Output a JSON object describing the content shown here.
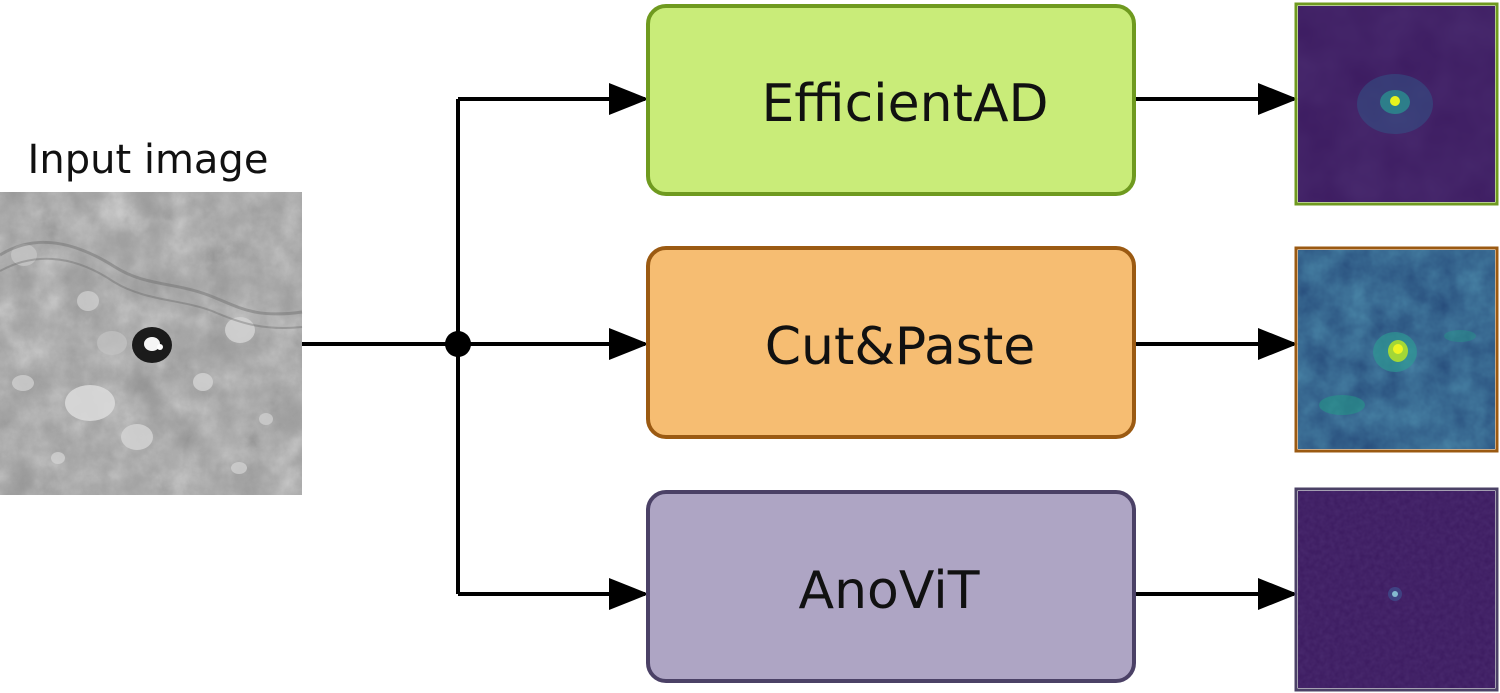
{
  "input": {
    "label": "Input image"
  },
  "models": [
    {
      "name": "EfficientAD",
      "fill": "#c9ec79",
      "stroke": "#6f9a1f",
      "heatmap_border": "#6f9a1f"
    },
    {
      "name": "Cut&Paste",
      "fill": "#f6bd72",
      "stroke": "#9b5a12",
      "heatmap_border": "#9b5a12"
    },
    {
      "name": "AnoViT",
      "fill": "#aea5c4",
      "stroke": "#4b4166",
      "heatmap_border": "#4b4166"
    }
  ],
  "colors": {
    "line": "#000000",
    "heatmap_bg": "#3b1a5f",
    "heatmap_mid": "#2b5e8c",
    "heatmap_hot": "#e8f21a"
  }
}
